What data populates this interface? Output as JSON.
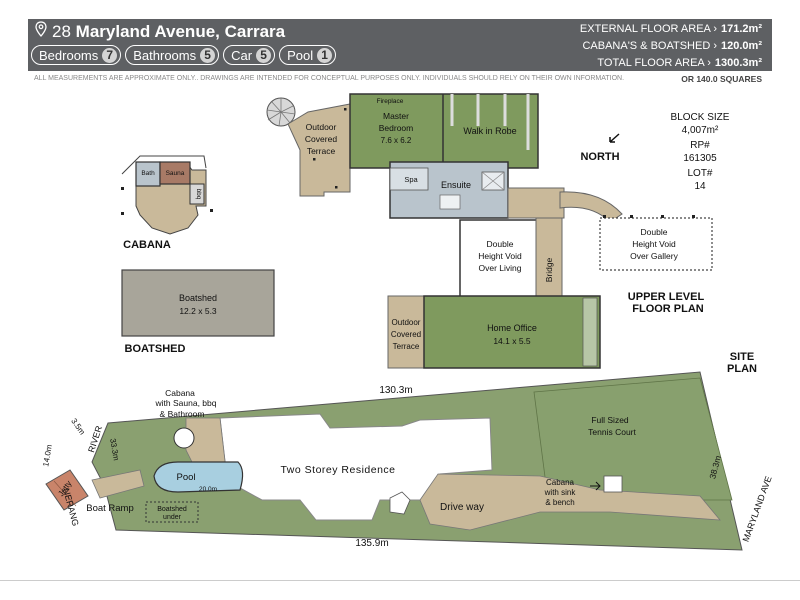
{
  "header": {
    "address_num": "28",
    "address_name": "Maryland Avenue, Carrara",
    "pills": [
      {
        "label": "Bedrooms",
        "count": "7"
      },
      {
        "label": "Bathrooms",
        "count": "5"
      },
      {
        "label": "Car",
        "count": "5"
      },
      {
        "label": "Pool",
        "count": "1"
      }
    ],
    "stats": [
      {
        "label": "EXTERNAL FLOOR AREA",
        "value": "171.2m²"
      },
      {
        "label": "CABANA'S & BOATSHED",
        "value": "120.0m²"
      },
      {
        "label": "TOTAL FLOOR AREA",
        "value": "1300.3m²"
      }
    ],
    "squares": "OR 140.0 SQUARES",
    "disclaimer": "ALL MEASUREMENTS ARE APPROXIMATE ONLY.. DRAWINGS ARE INTENDED FOR CONCEPTUAL PURPOSES ONLY. INDIVIDUALS SHOULD RELY ON THEIR OWN INFORMATION."
  },
  "site_info": {
    "block_size_label": "BLOCK SIZE",
    "block_size_value": "4,007m²",
    "rp_label": "RP#",
    "rp_value": "161305",
    "lot_label": "LOT#",
    "lot_value": "14",
    "north": "NORTH"
  },
  "upper_level": {
    "fireplace": "Fireplace",
    "master_name": "Master",
    "master_name2": "Bedroom",
    "master_size": "7.6 x 6.2",
    "walkin": "Walk in Robe",
    "terrace1": "Outdoor",
    "terrace2": "Covered",
    "terrace3": "Terrace",
    "spa": "Spa",
    "ensuite": "Ensuite",
    "void_living1": "Double",
    "void_living2": "Height Void",
    "void_living3": "Over Living",
    "bridge": "Bridge",
    "void_gallery1": "Double",
    "void_gallery2": "Height Void",
    "void_gallery3": "Over Gallery",
    "office": "Home Office",
    "office_size": "14.1 x 5.5",
    "title1": "UPPER LEVEL",
    "title2": "FLOOR PLAN"
  },
  "cabana": {
    "bath": "Bath",
    "sauna": "Sauna",
    "bbq": "bbq",
    "title": "CABANA"
  },
  "boatshed": {
    "name": "Boatshed",
    "size": "12.2 x 5.3",
    "title": "BOATSHED"
  },
  "site_plan": {
    "title1": "SITE",
    "title2": "PLAN",
    "top_dim": "130.3m",
    "bottom_dim": "135.9m",
    "right_dim": "38.3m",
    "left_dim": "33.3m",
    "jetty_w": "3.5m",
    "jetty_l": "14.0m",
    "jetty": "Jetty",
    "river1": "RIVER",
    "river2": "NERANG",
    "street": "MARYLAND AVE",
    "cabana1": "Cabana",
    "cabana2": "with Sauna, bbq",
    "cabana3": "& Bathroom",
    "residence": "Two Storey Residence",
    "pool": "Pool",
    "pool_dim": "20.0m",
    "boat_ramp": "Boat Ramp",
    "boatshed_under1": "Boatshed",
    "boatshed_under2": "under",
    "driveway": "Drive way",
    "tennis1": "Full Sized",
    "tennis2": "Tennis Court",
    "cab2_1": "Cabana",
    "cab2_2": "with sink",
    "cab2_3": "& bench"
  },
  "colors": {
    "header_bg": "#5e6063",
    "floor_tan": "#c9b99a",
    "lawn_green": "#8aa070",
    "room_green": "#7f9a5e",
    "boatshed_fill": "#a8a59a",
    "water_blue": "#a8cfe0"
  }
}
